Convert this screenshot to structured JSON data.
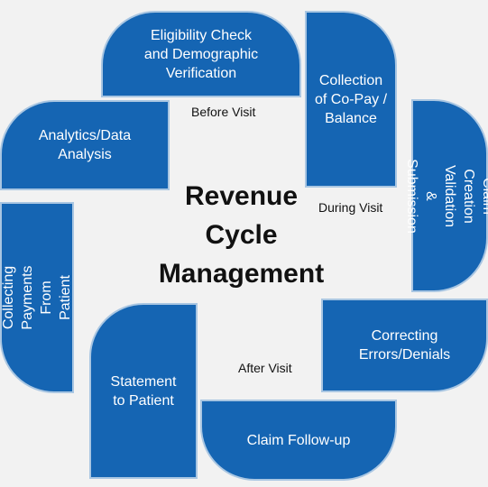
{
  "center_title": "Revenue\nCycle\nManagement",
  "phases": {
    "before": "Before Visit",
    "during": "During Visit",
    "after": "After Visit"
  },
  "steps": [
    {
      "id": "eligibility",
      "label": "Eligibility Check\nand Demographic\nVerification"
    },
    {
      "id": "copay",
      "label": "Collection\nof Co-Pay /\nBalance"
    },
    {
      "id": "claim-creation",
      "label": "Claim Creation\nValidation &\nSubmission"
    },
    {
      "id": "correcting",
      "label": "Correcting\nErrors/Denials"
    },
    {
      "id": "follow-up",
      "label": "Claim Follow-up"
    },
    {
      "id": "statement",
      "label": "Statement\nto Patient"
    },
    {
      "id": "collecting",
      "label": "Collecting Payments\nFrom Patient"
    },
    {
      "id": "analytics",
      "label": "Analytics/Data\nAnalysis"
    }
  ],
  "colors": {
    "tile": "#1565b3",
    "tile_border": "#a9c6e2",
    "background": "#f2f2f2"
  }
}
